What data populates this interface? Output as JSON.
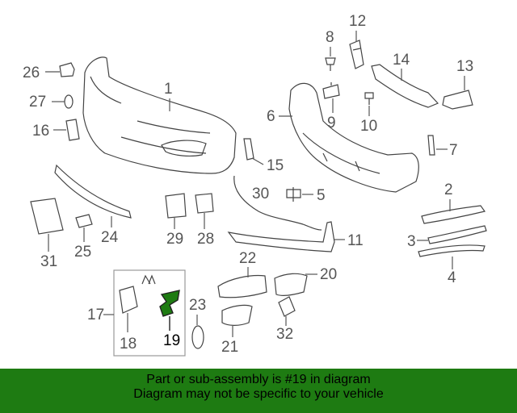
{
  "diagram": {
    "highlighted_part": "19",
    "highlight_color": "#1e7b12",
    "labels": {
      "p1": "1",
      "p2": "2",
      "p3": "3",
      "p4": "4",
      "p5": "5",
      "p6": "6",
      "p7": "7",
      "p8": "8",
      "p9": "9",
      "p10": "10",
      "p11": "11",
      "p12": "12",
      "p13": "13",
      "p14": "14",
      "p15": "15",
      "p16": "16",
      "p17": "17",
      "p18": "18",
      "p19": "19",
      "p20": "20",
      "p21": "21",
      "p22": "22",
      "p23": "23",
      "p24": "24",
      "p25": "25",
      "p26": "26",
      "p27": "27",
      "p28": "28",
      "p29": "29",
      "p30": "30",
      "p31": "31",
      "p32": "32"
    }
  },
  "banner": {
    "line1": "Part or sub-assembly is #19 in diagram",
    "line2": "Diagram may not be specific to your vehicle",
    "background": "#1e7b12"
  }
}
